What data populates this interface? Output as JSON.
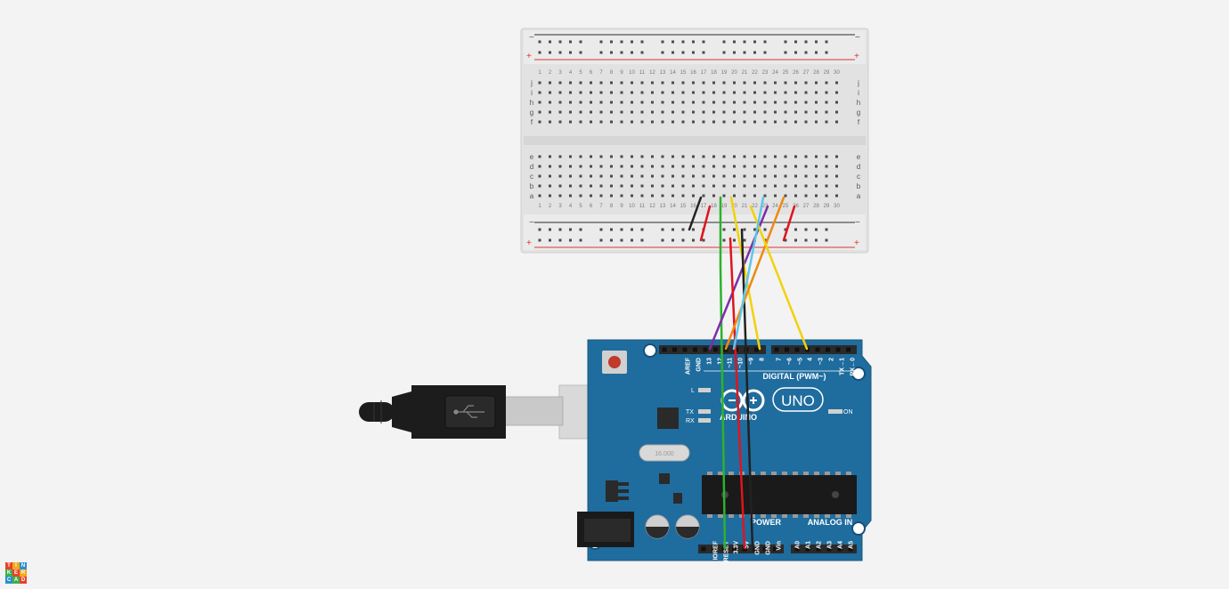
{
  "breadboard": {
    "column_count": 30,
    "rows_top": [
      "j",
      "i",
      "h",
      "g",
      "f"
    ],
    "rows_bottom": [
      "e",
      "d",
      "c",
      "b",
      "a"
    ],
    "rail_minus": "−",
    "rail_plus": "+"
  },
  "arduino": {
    "brand": "ARDUINO",
    "model": "UNO",
    "digital_label": "DIGITAL (PWM~)",
    "power_label": "POWER",
    "analog_label": "ANALOG IN",
    "on_label": "ON",
    "led_l": "L",
    "led_tx": "TX",
    "led_rx": "RX",
    "crystal_label": "16.000",
    "digital_pins": [
      "AREF",
      "GND",
      "13",
      "12",
      "~11",
      "~10",
      "~9",
      "8",
      "7",
      "~6",
      "~5",
      "4",
      "~3",
      "2",
      "TX→1",
      "RX←0"
    ],
    "power_pins": [
      "IOREF",
      "RESET",
      "3.3V",
      "5V",
      "GND",
      "GND",
      "Vin"
    ],
    "analog_pins": [
      "A0",
      "A1",
      "A2",
      "A3",
      "A4",
      "A5"
    ]
  },
  "wires": [
    {
      "color": "#222222",
      "name": "wire-black-1"
    },
    {
      "color": "#e0141e",
      "name": "wire-red-1"
    },
    {
      "color": "#2cb22c",
      "name": "wire-green"
    },
    {
      "color": "#7b2fa8",
      "name": "wire-purple"
    },
    {
      "color": "#f2d20a",
      "name": "wire-yellow-1"
    },
    {
      "color": "#e0141e",
      "name": "wire-red-2"
    },
    {
      "color": "#222222",
      "name": "wire-black-2"
    },
    {
      "color": "#f0890f",
      "name": "wire-orange"
    },
    {
      "color": "#f2d20a",
      "name": "wire-yellow-2"
    },
    {
      "color": "#5fc7e8",
      "name": "wire-lightblue"
    },
    {
      "color": "#e0141e",
      "name": "wire-red-3"
    }
  ],
  "logo": {
    "letters": [
      "T",
      "I",
      "N",
      "K",
      "E",
      "R",
      "C",
      "A",
      "D"
    ],
    "colors": [
      "#e8412c",
      "#f3a81b",
      "#2a8fd2",
      "#3db04a",
      "#e8412c",
      "#f3a81b",
      "#2a8fd2",
      "#3db04a",
      "#e8412c"
    ]
  }
}
